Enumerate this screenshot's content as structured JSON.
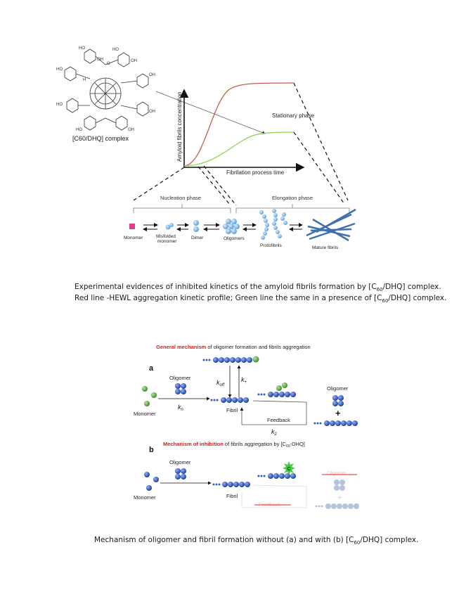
{
  "figure1": {
    "complex_label": "[C60/DHQ]  complex",
    "y_axis_label": "Amyloid fibrils concentration",
    "x_axis_label": "Fibrilation process time",
    "stationary_label": "Stationary phase",
    "nucleation_label": "Nucleation phase",
    "elongation_label": "Elongation phase",
    "stages": [
      "Monomer",
      "Misfolded monomer",
      "Dimer",
      "Oligomers",
      "Protofibrils",
      "Mature fibrils"
    ],
    "molecule_letters": [
      "HO",
      "OH",
      "H",
      "O"
    ],
    "colors": {
      "red_curve": "#c0604a",
      "green_curve": "#8ed24a",
      "bead": "#7fb5e6",
      "monomer": "#e0408a"
    }
  },
  "caption1": {
    "line1_a": "Experimental evidences of inhibited kinetics of the amyloid fibrils formation by [C",
    "line1_sub": "60",
    "line1_b": "/DHQ] complex.",
    "line2_a": "Red line -HEWL aggregation kinetic profile; Green line the same in a presence of [C",
    "line2_sub": "60",
    "line2_b": "/DHQ] complex."
  },
  "figure2": {
    "title_red": "General mechanism",
    "title_rest": " of oligomer formation and fibrils aggregation",
    "panel_a": "a",
    "panel_b": "b",
    "oligomer_label": "Oligomer",
    "monomer_label": "Monomer",
    "fibril_label": "Fibril",
    "feedback_label": "Feedback",
    "k_off": "k",
    "k_off_sub": "off",
    "k_plus": "k",
    "k_plus_sub": "+",
    "k_n": "k",
    "k_n_sub": "n",
    "k_2": "k",
    "k_2_sub": "2",
    "right_oligomer_label": "Oligomer",
    "plus_sign": "+",
    "inhib_title_red": "Mechanism of inhibition",
    "inhib_title_rest": " of fibrils aggregation by [C",
    "inhib_title_sub": "60",
    "inhib_title_end": "-DHQ]",
    "c_label": "C",
    "faded_oligomer": "Oligomer",
    "faded_feedback": "Feedback",
    "colors": {
      "bead": "#3a5fb5",
      "green_bead": "#5fa04a",
      "red_title": "#cc2222",
      "star": "#44cc44",
      "strike": "#ee2222"
    }
  },
  "caption2": {
    "text_a": "Mechanism of oligomer and fibril formation without (a) and with (b) [C",
    "text_sub": "60",
    "text_b": "/DHQ] complex."
  }
}
